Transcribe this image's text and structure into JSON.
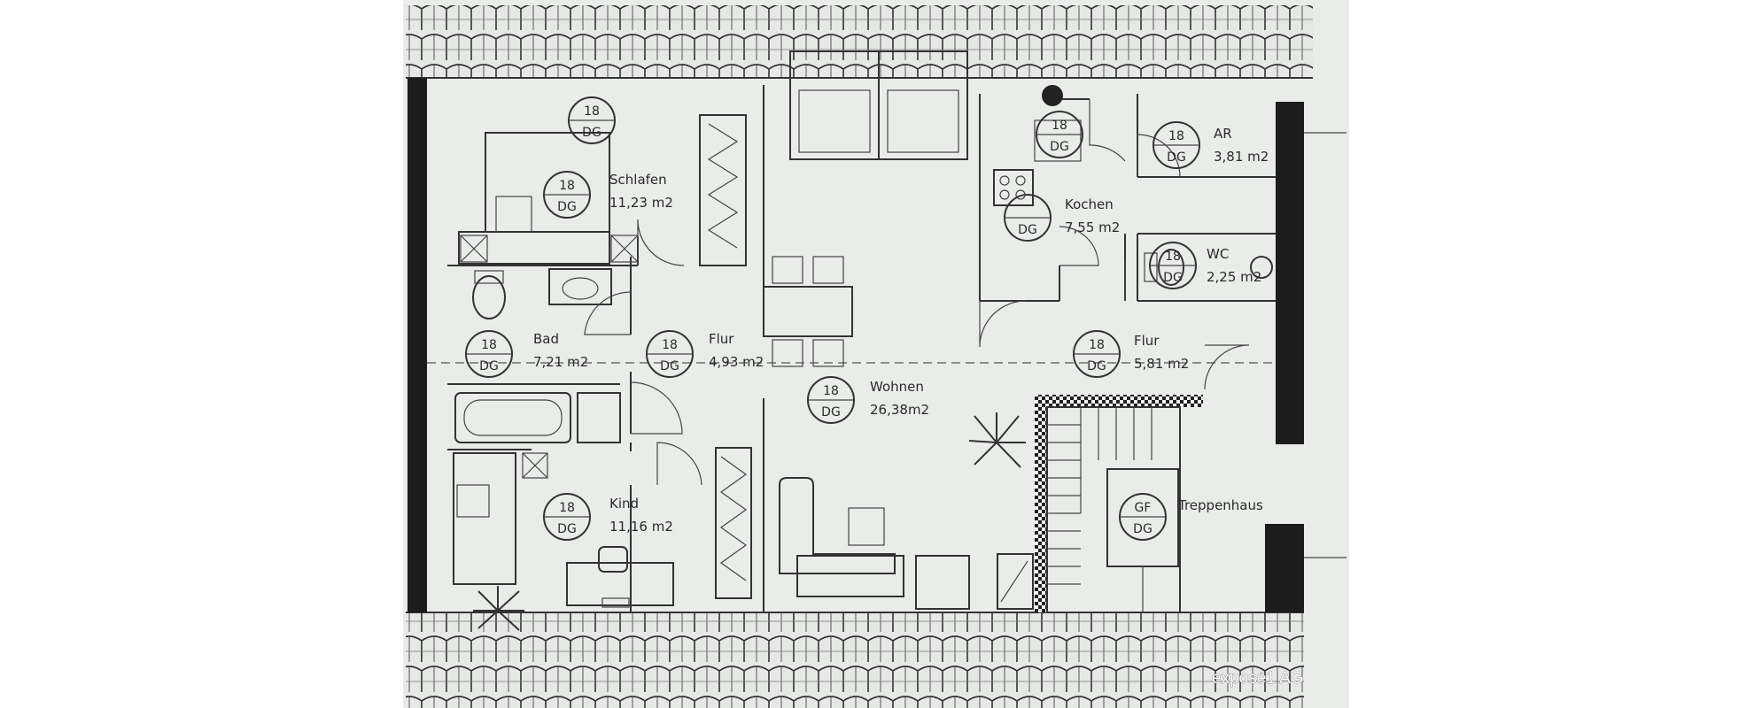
{
  "watermark": "exposé1 AG",
  "colors": {
    "background": "#ffffff",
    "paper": "#e9ece9",
    "ink": "#2a2a2a",
    "wall": "#1c1c1c"
  },
  "rooms": [
    {
      "id": "schlafen",
      "name": "Schlafen",
      "area": "11,23  m2",
      "tag": "18",
      "floor": "DG"
    },
    {
      "id": "bad",
      "name": "Bad",
      "area": "7,21  m2",
      "tag": "18",
      "floor": "DG"
    },
    {
      "id": "flur-west",
      "name": "Flur",
      "area": "4,93  m2",
      "tag": "18",
      "floor": "DG"
    },
    {
      "id": "wohnen",
      "name": "Wohnen",
      "area": "26,38m2",
      "tag": "18",
      "floor": "DG"
    },
    {
      "id": "kind",
      "name": "Kind",
      "area": "11,16  m2",
      "tag": "18",
      "floor": "DG"
    },
    {
      "id": "kochen",
      "name": "Kochen",
      "area": "7,55  m2",
      "tag": "",
      "floor": "DG"
    },
    {
      "id": "ar",
      "name": "AR",
      "area": "3,81  m2",
      "tag": "18",
      "floor": "DG"
    },
    {
      "id": "wc",
      "name": "WC",
      "area": "2,25  m2",
      "tag": "18",
      "floor": "DG"
    },
    {
      "id": "flur-east",
      "name": "Flur",
      "area": "5,81  m2",
      "tag": "18",
      "floor": "DG"
    },
    {
      "id": "treppenhaus",
      "name": "Treppenhaus",
      "area": "",
      "tag": "GF",
      "floor": "DG"
    }
  ],
  "extra_tags": [
    {
      "id": "schlafen-upper",
      "tag": "18",
      "floor": "DG"
    },
    {
      "id": "kitchen-upper",
      "tag": "18",
      "floor": "DG"
    }
  ]
}
